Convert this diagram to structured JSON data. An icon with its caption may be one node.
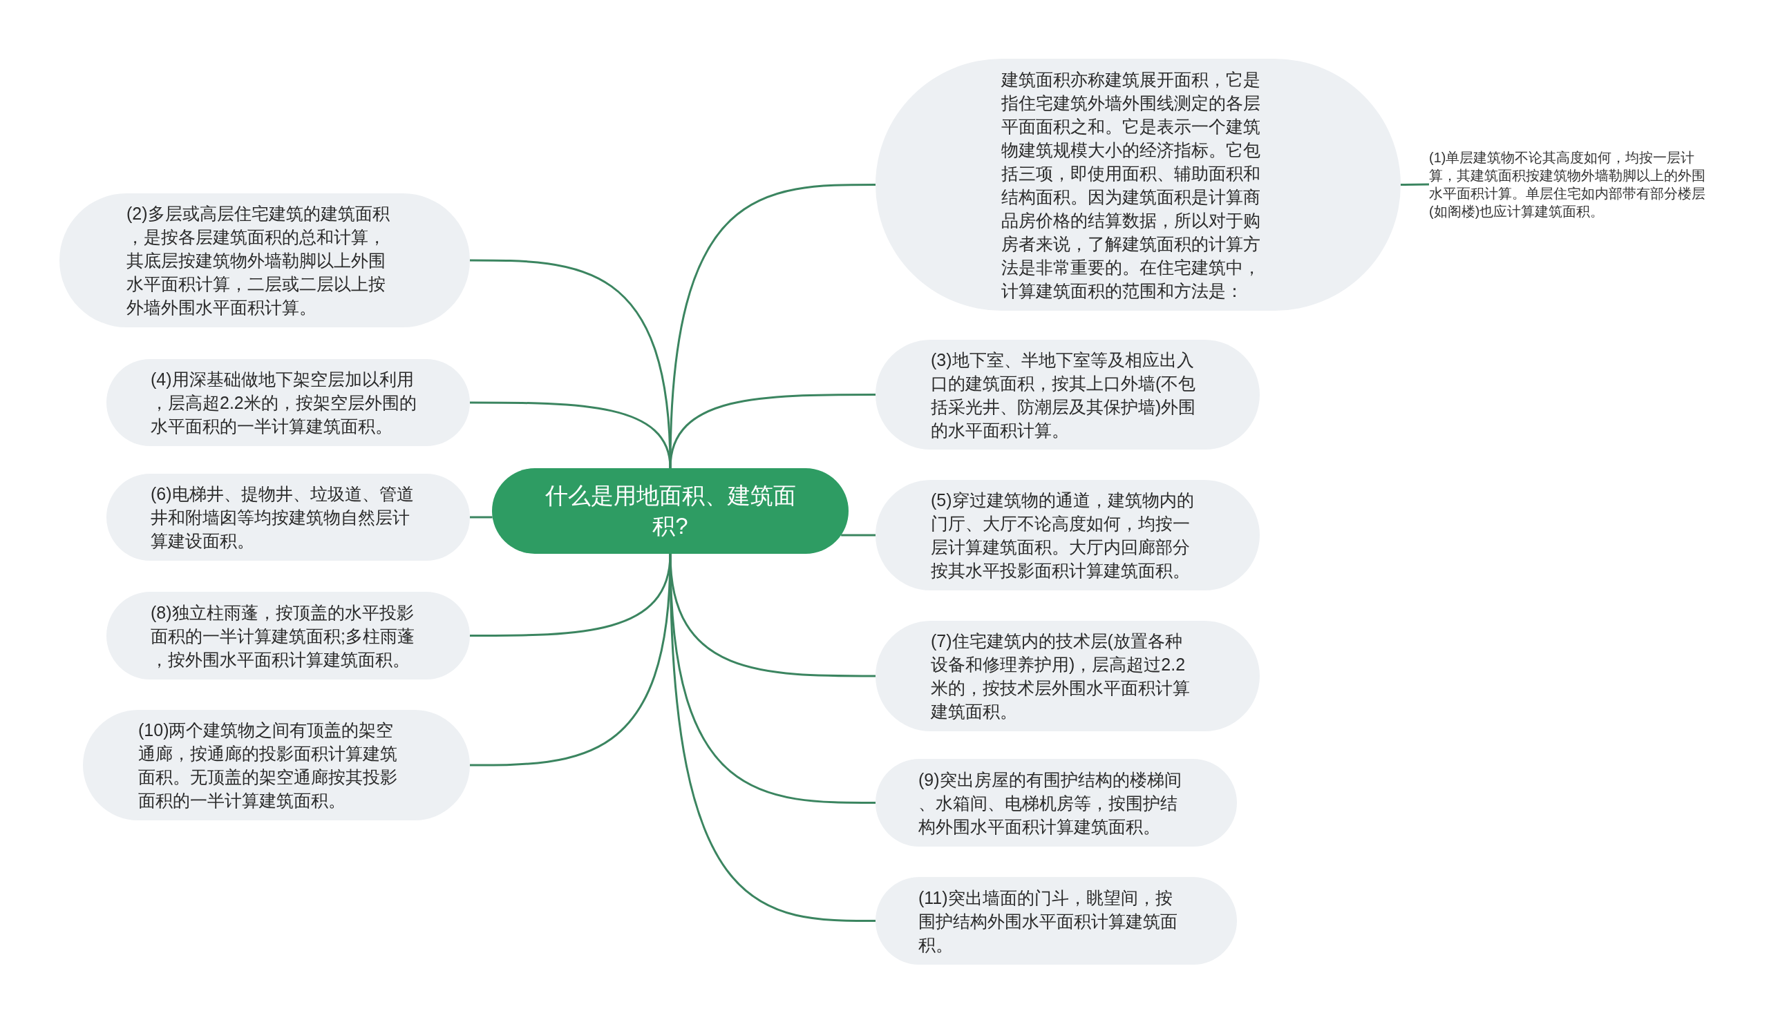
{
  "diagram": {
    "nodes": [
      {
        "text": [
          "什么是用地面积、建筑面积?"
        ]
      },
      {
        "text": [
          "建筑面积亦称建筑展开面积，它是指住宅建筑外墙外围线测定的各层平面面积之和。它是表示一个建筑物建筑规模大小的经济指标。它包括三项，即使用面积、辅助面积和结构面积。因为建筑面积是计算商品房价格的结算数据，所以对于购房者来说，了解建筑面积的计算方法是非常重要的。在住宅建筑中，计算建筑面积的范围和方法是："
        ]
      },
      {
        "text": [
          "(1)单层建筑物不论其高度如何，均按一层计算，其建筑面积按建筑物外墙勒脚以上的外围水平面积计算。单层住宅如内部带有部分楼层(如阁楼)也应计算建筑面积。"
        ]
      },
      {
        "text": [
          "(2)多层或高层住宅建筑的建筑面积，是按各层建筑面积的总和计算，其底层按建筑物外墙勒脚以上外围水平面积计算，二层或二层以上按外墙外围水平面积计算。"
        ]
      },
      {
        "text": [
          "(3)地下室、半地下室等及相应出入口的建筑面积，按其上口外墙(不包括采光井、防潮层及其保护墙)外围的水平面积计算。"
        ]
      },
      {
        "text": [
          "(4)用深基础做地下架空层加以利用，层高超2.2米的，按架空层外围的水平面积的一半计算建筑面积。"
        ]
      },
      {
        "text": [
          "(5)穿过建筑物的通道，建筑物内的门厅、大厅不论高度如何，均按一层计算建筑面积。大厅内回廊部分按其水平投影面积计算建筑面积。"
        ]
      },
      {
        "text": [
          "(6)电梯井、提物井、垃圾道、管道井和附墙囱等均按建筑物自然层计算建设面积。"
        ]
      },
      {
        "text": [
          "(7)住宅建筑内的技术层(放置各种设备和修理养护用)，层高超过2.2米的，按技术层外围水平面积计算建筑面积。"
        ]
      },
      {
        "text": [
          "(8)独立柱雨蓬，按顶盖的水平投影面积的一半计算建筑面积;多柱雨蓬，按外围水平面积计算建筑面积。"
        ]
      },
      {
        "text": [
          "(9)突出房屋的有围护结构的楼梯间、水箱间、电梯机房等，按围护结构外围水平面积计算建筑面积。"
        ]
      },
      {
        "text": [
          "(10)两个建筑物之间有顶盖的架空通廊，按通廊的投影面积计算建筑面积。无顶盖的架空通廊按其投影面积的一半计算建筑面积。"
        ]
      },
      {
        "text": [
          "(11)突出墙面的门斗，眺望间，按围护结构外围水平面积计算建筑面积。"
        ]
      }
    ],
    "edges": [
      {
        "from": 0,
        "to": 1,
        "arrow": "none"
      },
      {
        "from": 1,
        "to": 2,
        "arrow": "none"
      },
      {
        "from": 0,
        "to": 3,
        "arrow": "none"
      },
      {
        "from": 0,
        "to": 4,
        "arrow": "none"
      },
      {
        "from": 0,
        "to": 5,
        "arrow": "none"
      },
      {
        "from": 0,
        "to": 6,
        "arrow": "none"
      },
      {
        "from": 0,
        "to": 7,
        "arrow": "none"
      },
      {
        "from": 0,
        "to": 8,
        "arrow": "none"
      },
      {
        "from": 0,
        "to": 9,
        "arrow": "none"
      },
      {
        "from": 0,
        "to": 10,
        "arrow": "none"
      },
      {
        "from": 0,
        "to": 11,
        "arrow": "none"
      },
      {
        "from": 0,
        "to": 12,
        "arrow": "none"
      }
    ]
  }
}
